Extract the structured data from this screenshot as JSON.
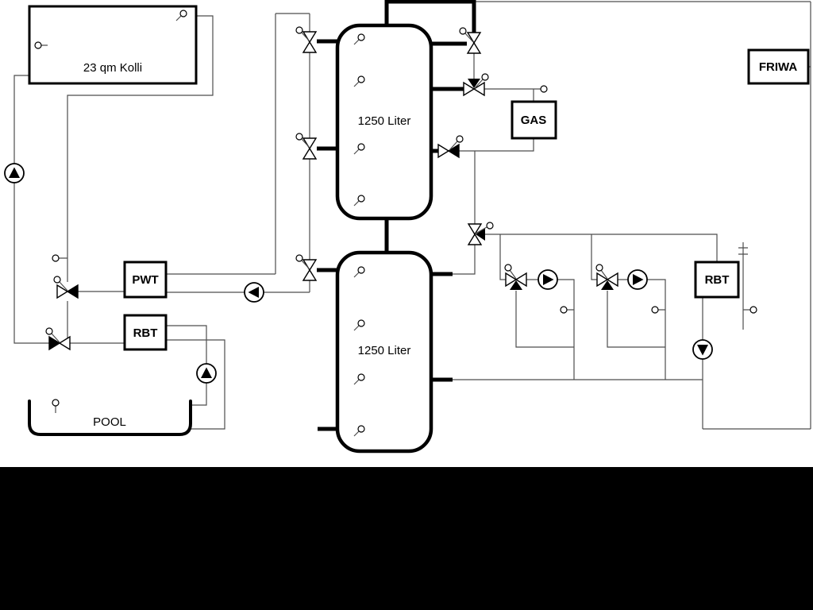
{
  "colors": {
    "background": "#ffffff",
    "footer_band": "#000000",
    "thin_line": "#4d4d4d",
    "pipe": "#000000"
  },
  "labels": {
    "collector": "23 qm Kolli",
    "buffer_tank_top": "1250 Liter",
    "buffer_tank_bottom": "1250 Liter",
    "pwt": "PWT",
    "rbt_left": "RBT",
    "gas": "GAS",
    "friwa": "FRIWA",
    "rbt_right": "RBT",
    "pool": "POOL"
  },
  "symbols": {
    "pump_icon": "circle with filled direction triangle",
    "valve_icon": "white bowtie",
    "three_way_valve_icon": "bowtie with filled branch triangle",
    "sensor_icon": "small open circle",
    "heating_element_icon": "vertical line with tick marks"
  }
}
